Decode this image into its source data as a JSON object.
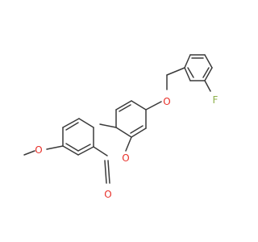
{
  "molecule": {
    "atoms": [
      {
        "id": "F",
        "label": "F",
        "color": "#8db04a"
      },
      {
        "id": "O_ether",
        "label": "O",
        "color": "#e8312a"
      },
      {
        "id": "O_ring",
        "label": "O",
        "color": "#e8312a"
      },
      {
        "id": "O_carbonyl",
        "label": "O",
        "color": "#e8312a"
      },
      {
        "id": "O_methoxy",
        "label": "O",
        "color": "#e8312a"
      }
    ],
    "bond_color": "#3a3a3a"
  }
}
